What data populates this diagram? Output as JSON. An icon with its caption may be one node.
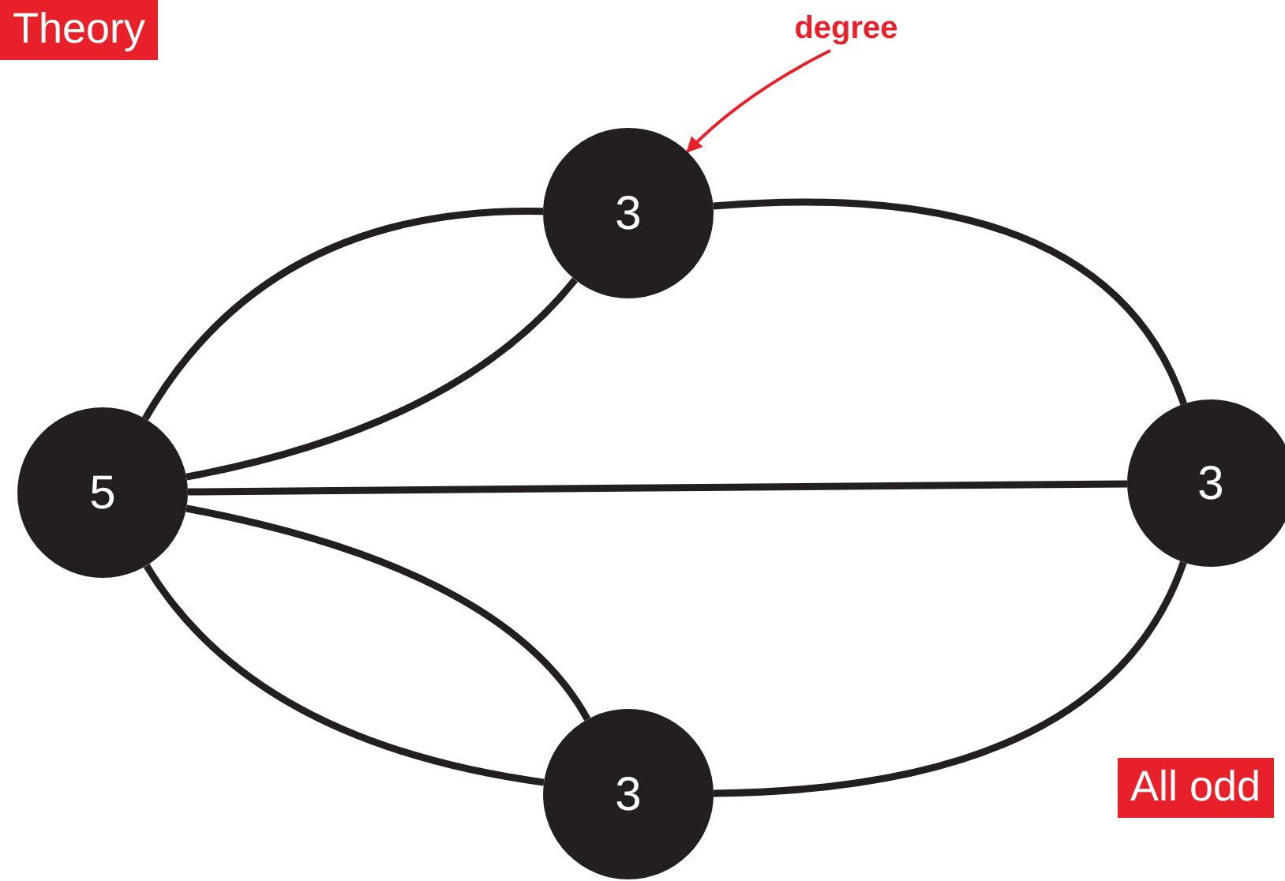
{
  "diagram": {
    "nodes": [
      {
        "text": [
          "5"
        ]
      },
      {
        "text": [
          "3"
        ]
      },
      {
        "text": [
          "3"
        ]
      },
      {
        "text": [
          "3"
        ]
      },
      {
        "text": [
          "degree"
        ]
      }
    ],
    "edges": [
      {
        "from": 0,
        "to": 1,
        "arrow": "none"
      },
      {
        "from": 0,
        "to": 1,
        "arrow": "none"
      },
      {
        "from": 1,
        "to": 2,
        "arrow": "none"
      },
      {
        "from": 0,
        "to": 2,
        "arrow": "none"
      },
      {
        "from": 0,
        "to": 3,
        "arrow": "none"
      },
      {
        "from": 0,
        "to": 3,
        "arrow": "none"
      },
      {
        "from": 3,
        "to": 2,
        "arrow": "none"
      },
      {
        "from": 4,
        "to": 1,
        "arrow": "to",
        "color": "#e8202a"
      }
    ],
    "labels": [
      "Theory",
      "All odd"
    ]
  }
}
